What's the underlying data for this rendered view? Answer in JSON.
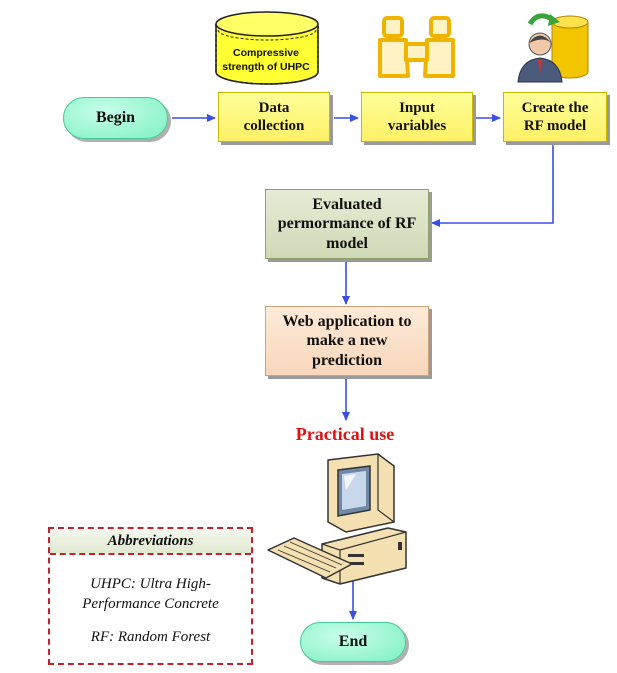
{
  "nodes": {
    "begin": "Begin",
    "data_collection": "Data collection",
    "input_variables": "Input variables",
    "create_rf": "Create the RF model",
    "evaluated": "Evaluated permormance of RF model",
    "web_app": "Web application to make a new prediction",
    "practical_use": "Practical use",
    "end": "End"
  },
  "database_label": "Compressive strength of UHPC",
  "abbreviations": {
    "title": "Abbreviations",
    "items": [
      "UHPC: Ultra High-Performance Concrete",
      "RF: Random Forest"
    ]
  },
  "colors": {
    "arrow": "#3a4ee8",
    "pill": "#7df0c2",
    "yellow_box": "#fff066",
    "green_box": "#cfd9b6",
    "peach_box": "#f8d6bb",
    "accent_red": "#e01010"
  }
}
